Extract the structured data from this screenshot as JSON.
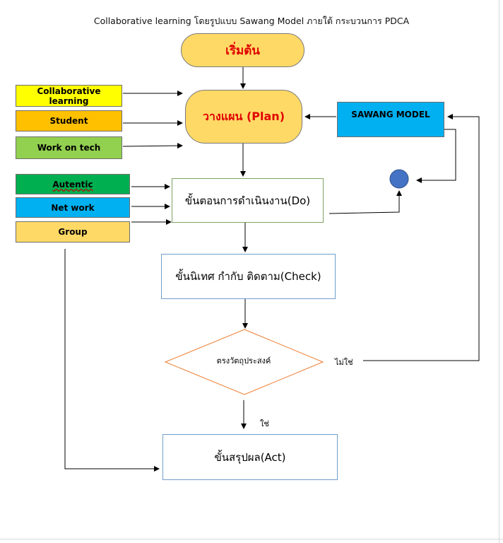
{
  "title": "Collaborative learning โดยรูปแบบ Sawang Model ภายใต้ กระบวนการ PDCA",
  "start": "เริ่มต้น",
  "plan": "วางแผน (Plan)",
  "sawang": "SAWANG MODEL",
  "inputs_plan": [
    "Collaborative learning",
    "Student",
    "Work on tech"
  ],
  "inputs_do": [
    "Autentic",
    "Net work",
    "Group"
  ],
  "do": "ขั้นตอนการดำเนินงาน(Do)",
  "check": "ขั้นนิเทศ กำกับ ติดตาม(Check)",
  "decision": "ตรงวัตถุประสงค์",
  "no_label": "ไม่ใช่",
  "yes_label": "ใช่",
  "act": "ขั้นสรุปผล(Act)",
  "colors": {
    "yellow": "#ffff00",
    "orange": "#ffc000",
    "light_green": "#92d050",
    "green": "#00b050",
    "blue": "#00b0f0",
    "gold": "#ffd966",
    "red_text": "#e00000",
    "circle": "#4472c4",
    "diamond_stroke": "#ed7d31"
  }
}
